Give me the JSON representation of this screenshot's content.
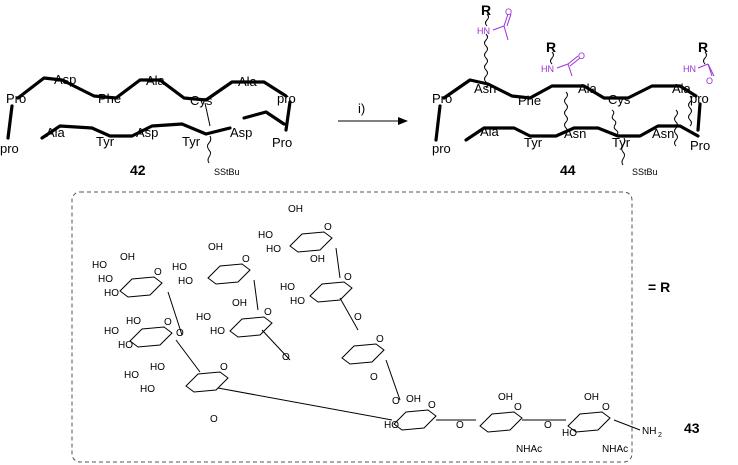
{
  "left_peptide": {
    "residues": [
      "Pro",
      "Asp",
      "Phe",
      "Ala",
      "Cys",
      "Ala",
      "pro",
      "pro",
      "Ala",
      "Tyr",
      "Asp",
      "Tyr",
      "Asp",
      "Pro"
    ],
    "protecting_group": "SStBu",
    "compound_number": "42"
  },
  "reaction": {
    "reagent_label": "i)"
  },
  "right_peptide": {
    "residues": [
      "Pro",
      "Asn",
      "Phe",
      "Ala",
      "Cys",
      "Ala",
      "pro",
      "pro",
      "Ala",
      "Tyr",
      "Asn",
      "Tyr",
      "Asn",
      "Pro"
    ],
    "protecting_group": "SStBu",
    "compound_number": "44",
    "side_chain": {
      "r_label": "R",
      "amide_nh": "HN",
      "amide_o": "O"
    }
  },
  "glycan_box": {
    "equals_label": "= R",
    "compound_number": "43",
    "labels": {
      "oh": "OH",
      "ho": "HO",
      "o": "O",
      "nh2": "NH",
      "nh2_sub": "2",
      "nhac": "NHAc"
    }
  },
  "colors": {
    "amide": "#9b30d9",
    "bonds": "#000000",
    "box_border": "#555555"
  }
}
